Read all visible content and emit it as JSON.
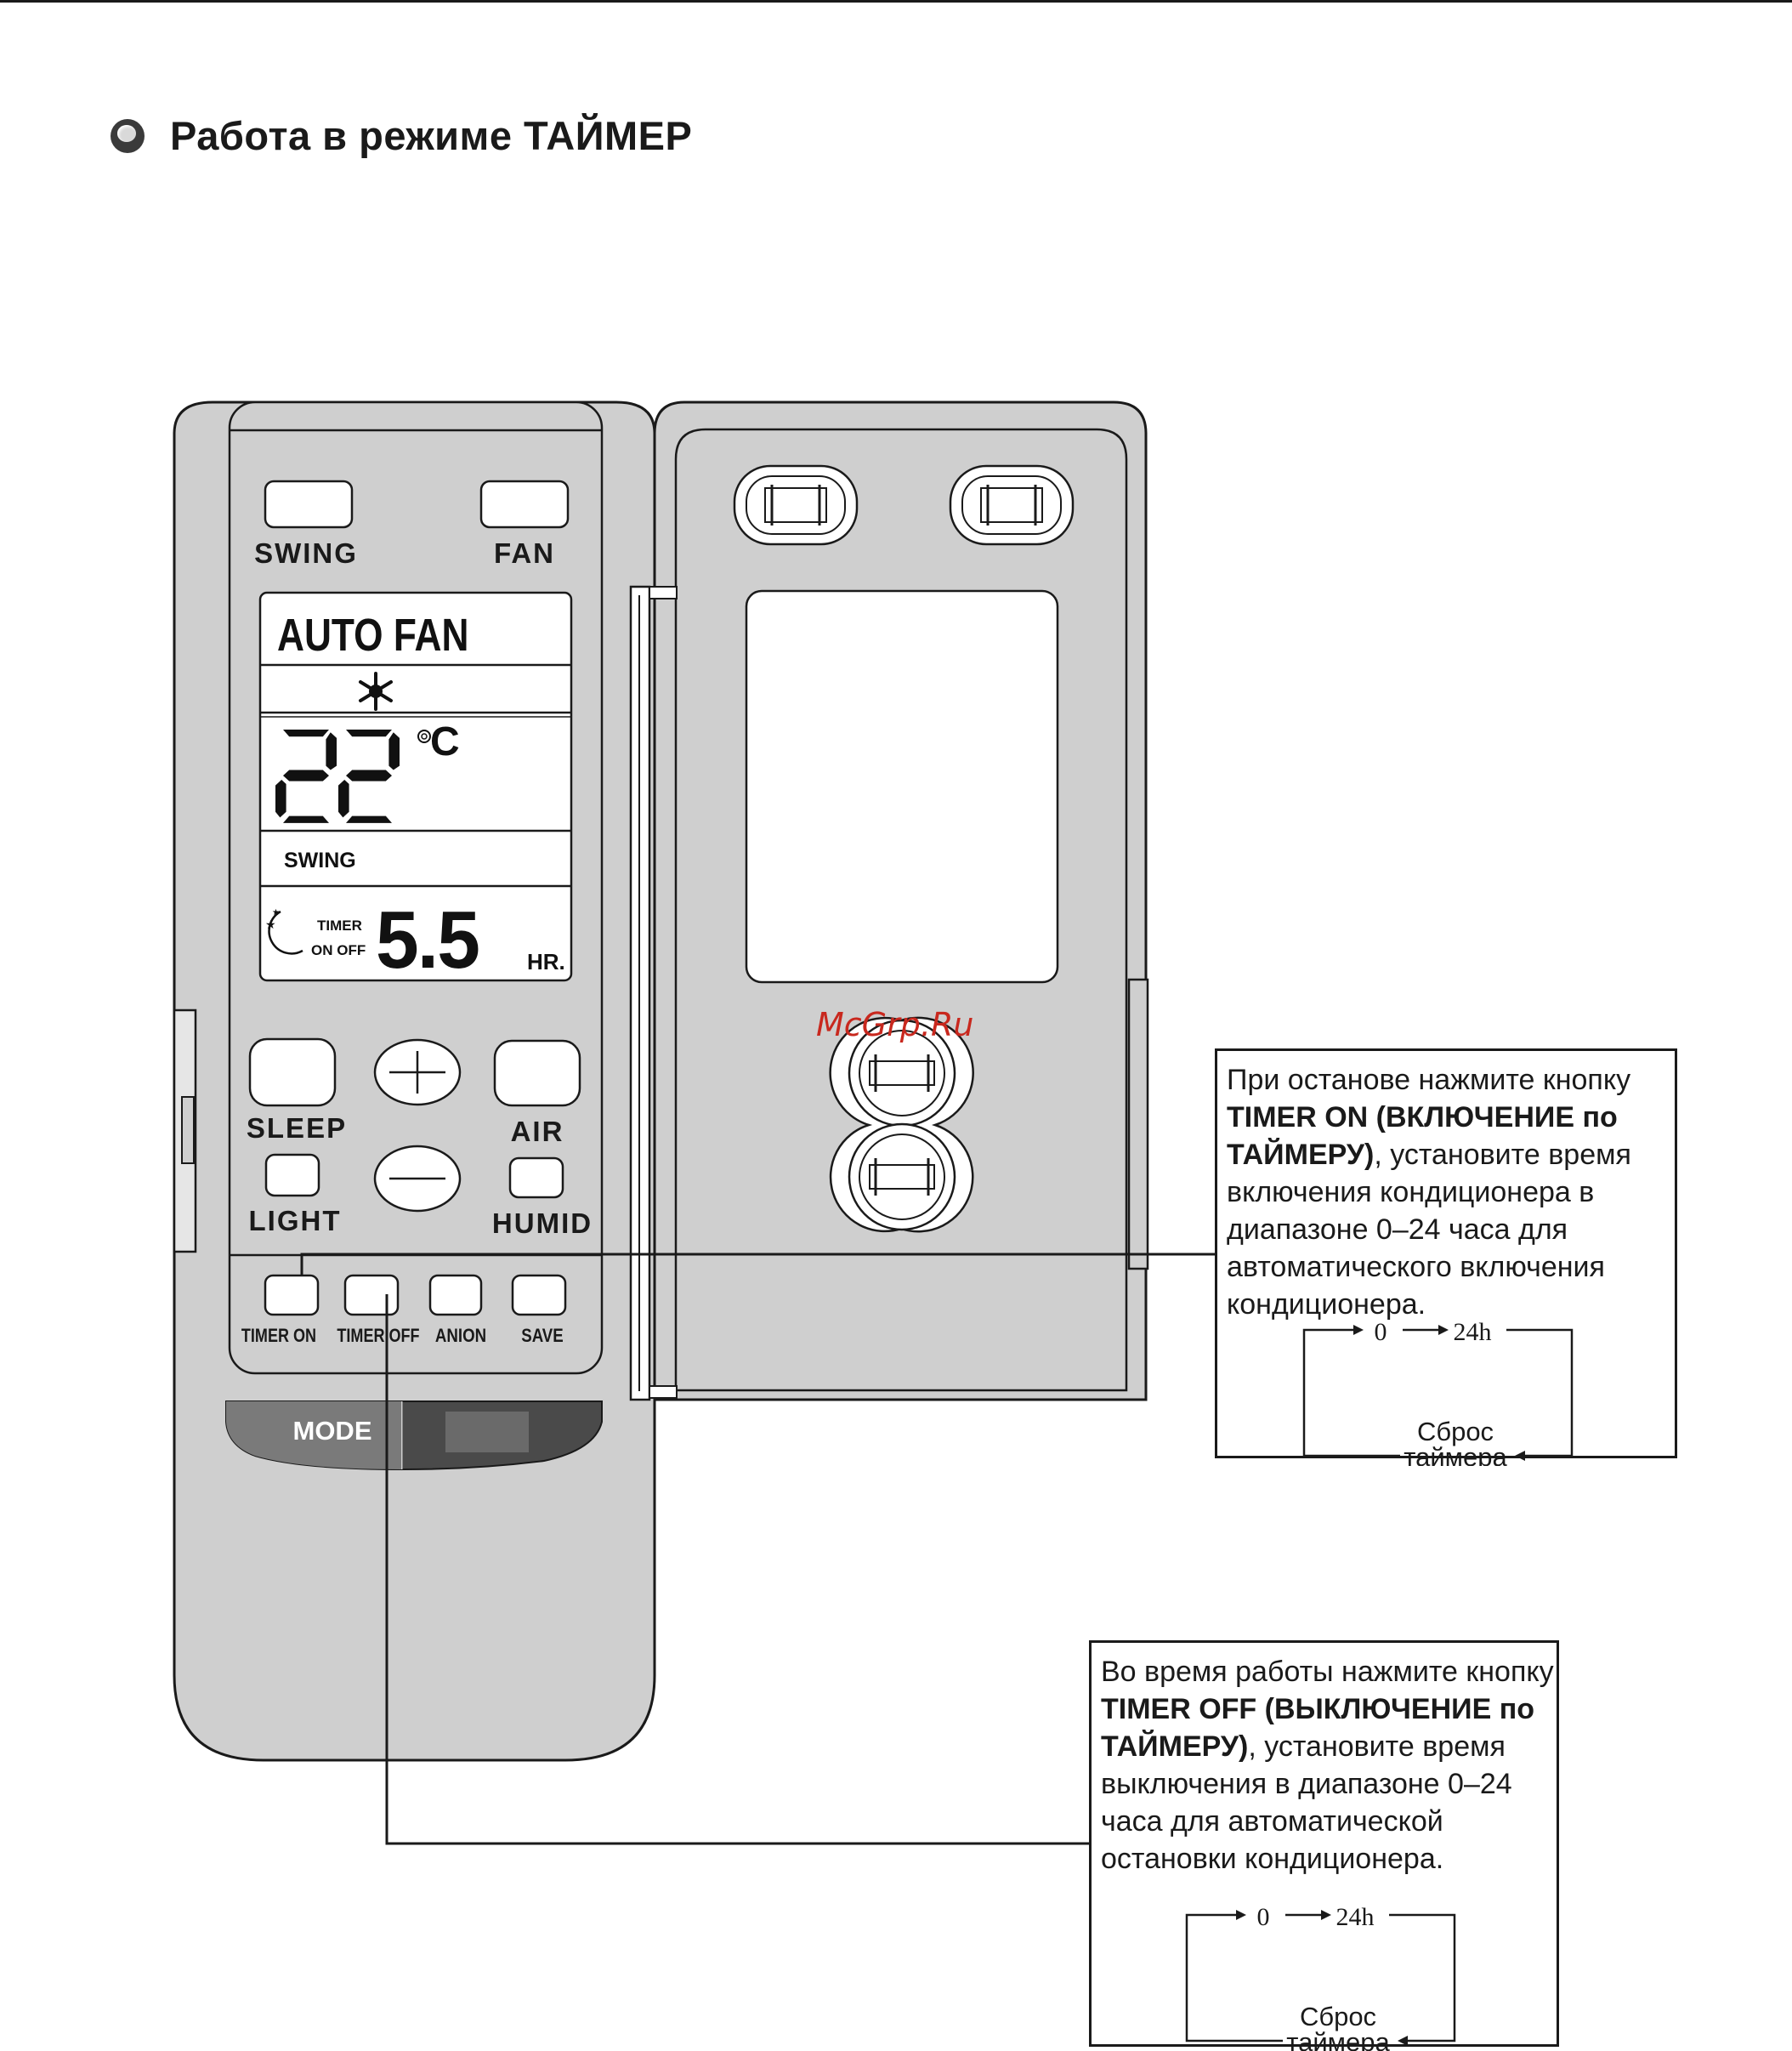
{
  "heading": "Работа в режиме ТАЙМЕР",
  "remote": {
    "buttons": {
      "swing": "SWING",
      "fan": "FAN",
      "sleep": "SLEEP",
      "air": "AIR",
      "light": "LIGHT",
      "humid": "HUMID",
      "timer_on": "TIMER ON",
      "timer_off": "TIMER OFF",
      "anion": "ANION",
      "save": "SAVE",
      "mode": "MODE"
    },
    "display": {
      "mode_text": "AUTO FAN",
      "temperature": "22",
      "temp_unit": "C",
      "swing_text": "SWING",
      "timer_label": "TIMER",
      "on_off_label": "ON OFF",
      "timer_value": "5.5",
      "hours_unit": "HR."
    }
  },
  "watermark": "McGrp.Ru",
  "notes": {
    "timer_on": {
      "p1": "При останове нажмите кнопку ",
      "b1": "TIMER ON (ВКЛЮЧЕНИЕ по ТАЙМЕРУ)",
      "p2": ", установите время включения кондиционера в диапазоне 0–24 часа для автоматического включения кондиционера.",
      "cycle_start": "0",
      "cycle_end": "24h",
      "reset_line1": "Сброс",
      "reset_line2": "таймера"
    },
    "timer_off": {
      "p1": "Во время работы нажмите кнопку ",
      "b1": "TIMER OFF (ВЫКЛЮЧЕНИЕ по ТАЙМЕРУ)",
      "p2": ", установите время выключения в диапазоне 0–24 часа для автоматической остановки кондиционера.",
      "cycle_start": "0",
      "cycle_end": "24h",
      "reset_line1": "Сброс",
      "reset_line2": "таймера"
    }
  }
}
